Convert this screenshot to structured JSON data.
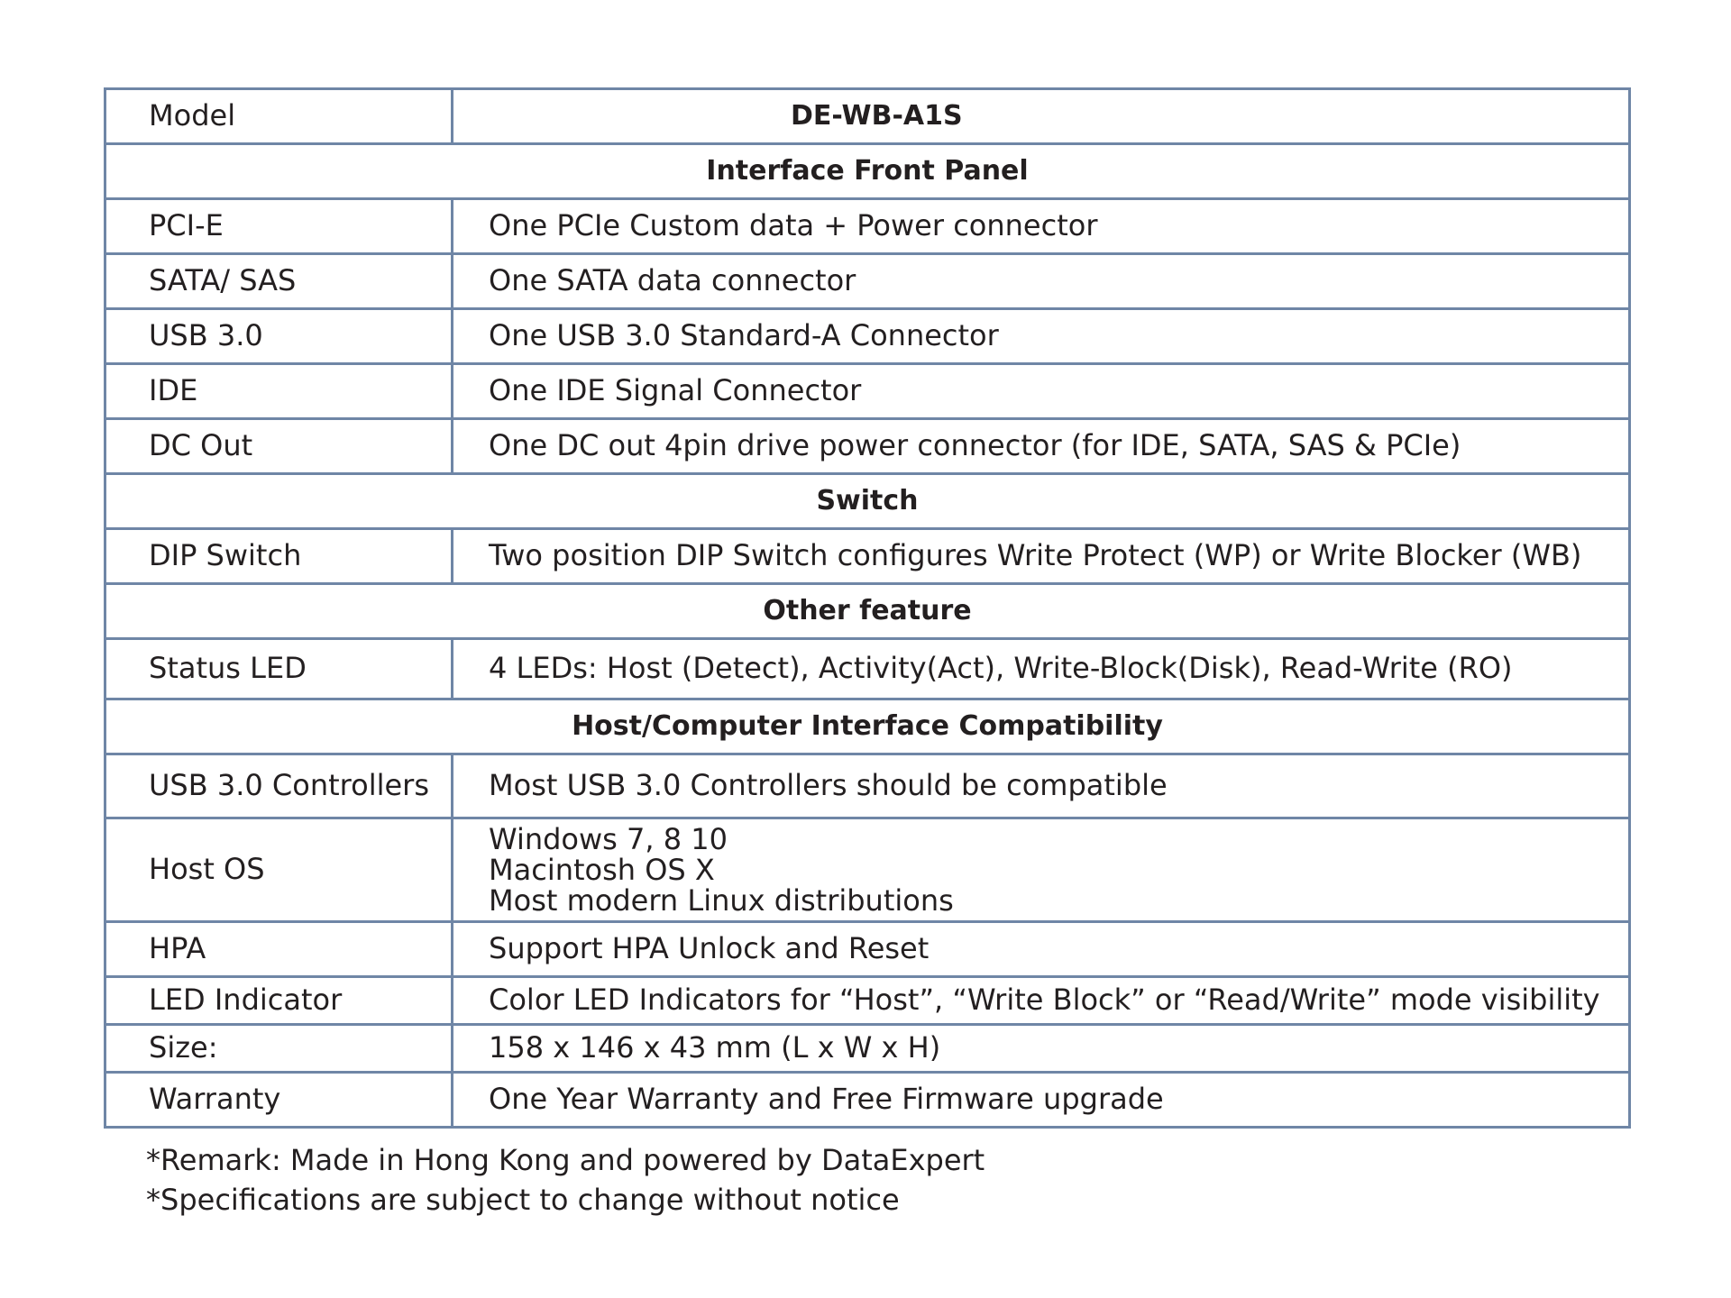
{
  "model": {
    "label": "Model",
    "value": "DE-WB-A1S"
  },
  "sections": {
    "interface_front_panel": "Interface Front Panel",
    "switch": "Switch",
    "other_feature": "Other feature",
    "host_compat": "Host/Computer Interface Compatibility"
  },
  "rows": {
    "pcie": {
      "label": "PCI-E",
      "value": "One PCIe Custom data + Power connector"
    },
    "sata": {
      "label": "SATA/ SAS",
      "value": "One SATA data connector"
    },
    "usb3": {
      "label": "USB 3.0",
      "value": "One USB 3.0 Standard-A Connector"
    },
    "ide": {
      "label": "IDE",
      "value": "One IDE Signal Connector"
    },
    "dc_out": {
      "label": "DC Out",
      "value": "One DC out 4pin drive power connector (for IDE, SATA, SAS & PCIe)"
    },
    "dip": {
      "label": "DIP Switch",
      "value": "Two position DIP Switch configures Write Protect (WP) or Write Blocker (WB)"
    },
    "status_led": {
      "label": "Status LED",
      "value": "4 LEDs: Host (Detect), Activity(Act), Write-Block(Disk), Read-Write (RO)"
    },
    "usb_controllers": {
      "label": "USB 3.0 Controllers",
      "value": "Most USB 3.0 Controllers should be compatible"
    },
    "host_os": {
      "label": "Host OS",
      "lines": [
        "Windows 7, 8 10",
        "Macintosh OS X",
        "Most modern Linux distributions"
      ]
    },
    "hpa": {
      "label": "HPA",
      "value": "Support HPA Unlock and Reset"
    },
    "led_indicator": {
      "label": "LED Indicator",
      "value": "Color LED Indicators for “Host”, “Write Block” or “Read/Write” mode visibility"
    },
    "size": {
      "label": "Size:",
      "value": "158 x 146 x 43 mm (L x W x H)"
    },
    "warranty": {
      "label": "Warranty",
      "value": "One Year Warranty and Free Firmware upgrade"
    }
  },
  "remarks": [
    "*Remark: Made in Hong Kong and powered by DataExpert",
    "*Specifications are subject to change without notice"
  ],
  "colors": {
    "border": "#6f86a6",
    "text": "#231f20",
    "background": "#ffffff"
  }
}
